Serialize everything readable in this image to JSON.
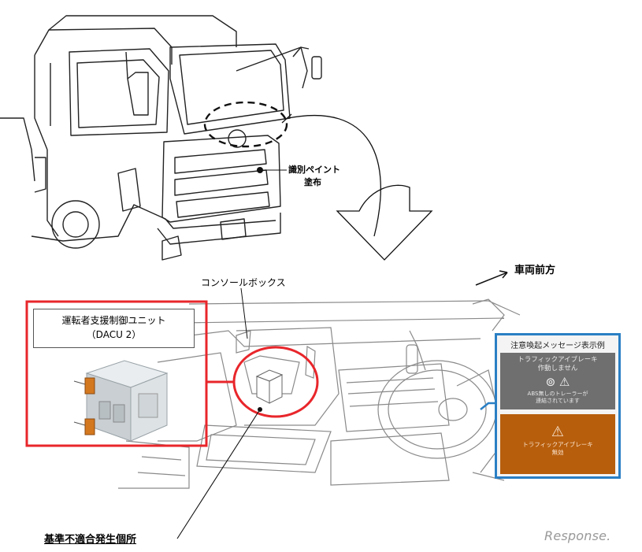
{
  "labels": {
    "paint_line1": "識別ペイント",
    "paint_line2": "塗布",
    "vehicle_front": "車両前方",
    "console_box": "コンソールボックス",
    "defect_location": "基準不適合発生個所"
  },
  "unit": {
    "name": "運転者支援制御ユニット",
    "code": "（DACU 2）"
  },
  "message_panel": {
    "title": "注意喚起メッセージ表示例",
    "gray_line1": "トラフィックアイブレーキ",
    "gray_line2": "作動しません",
    "gray_sub1": "ABS無しのトレーラーが",
    "gray_sub2": "連結されています",
    "orange_line1": "トラフィックアイブレーキ",
    "orange_line2": "無効"
  },
  "brand": {
    "logo": "Response."
  },
  "colors": {
    "highlight_red": "#e8262b",
    "panel_blue": "#2a7fc4",
    "warning_orange": "#b75e0c",
    "warning_gray": "#6f6f6f"
  }
}
